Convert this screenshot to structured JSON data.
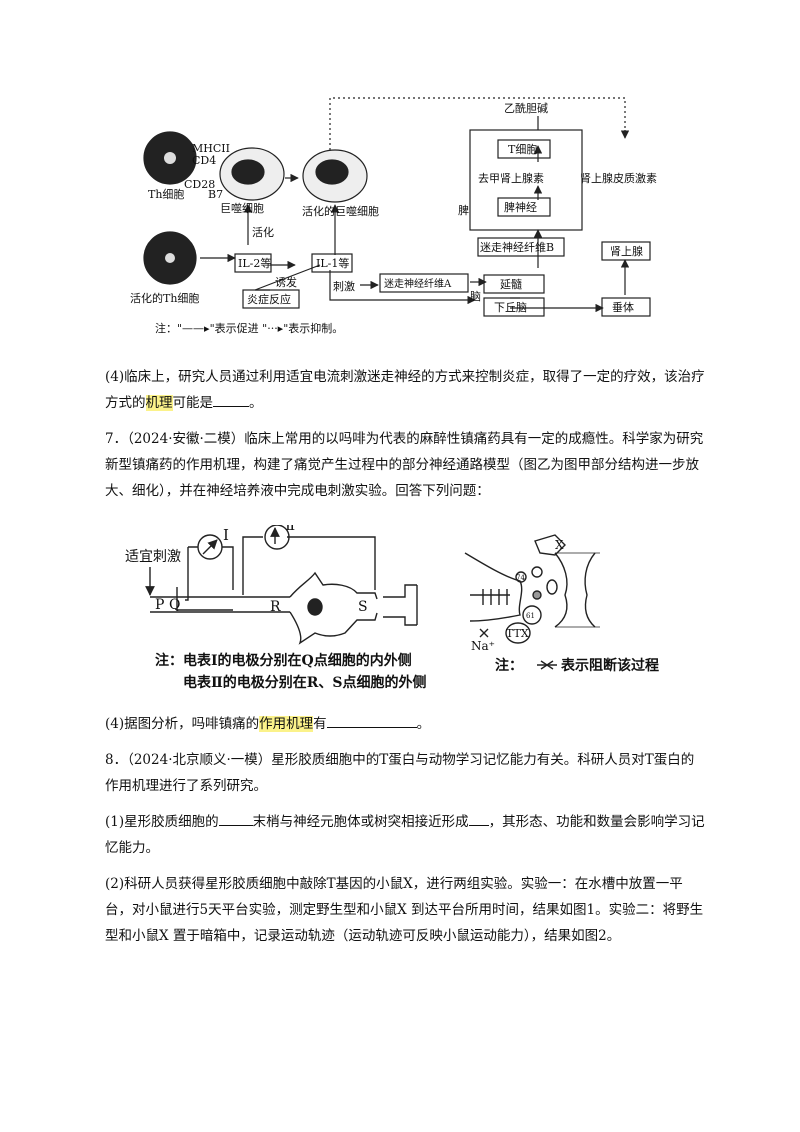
{
  "figure1": {
    "mhc": "MHCII",
    "cd4": "CD4",
    "cd28": "CD28",
    "b7": "B7",
    "th_cell": "Th细胞",
    "macrophage": "巨噬细胞",
    "activated_macrophage": "活化的巨噬细胞",
    "activated_th": "活化的Th细胞",
    "activate": "活化",
    "il2": "IL-2等",
    "il1": "IL-1等",
    "induce": "诱发",
    "inflammation": "炎症反应",
    "stimulate": "刺激",
    "vagus_a": "迷走神经纤维A",
    "brain": "脑",
    "medulla": "延髓",
    "hypothalamus": "下丘脑",
    "pituitary": "垂体",
    "adrenal": "肾上腺",
    "cortical_hormone": "肾上腺皮质激素",
    "vagus_b": "迷走神经纤维B",
    "spleen": "脾",
    "spleen_nerve": "脾神经",
    "norepinephrine": "去甲肾上腺素",
    "t_cell": "T细胞",
    "acetylcholine": "乙酰胆碱",
    "note": "注：\"——▸\"表示促进 \"···▸\"表示抑制。"
  },
  "q6": {
    "text": "(4)临床上，研究人员通过利用适宜电流刺激迷走神经的方式来控制炎症，取得了一定的疗效，该治疗方式的",
    "highlight": "机理",
    "tail": "可能是",
    "end": "。"
  },
  "q7": {
    "intro": "7．（2024·安徽·二模）临床上常用的以吗啡为代表的麻醉性镇痛药具有一定的成瘾性。科学家为研究新型镇痛药的作用机理，构建了痛觉产生过程中的部分神经通路模型（图乙为图甲部分结构进一步放大、细化），并在神经培养液中完成电刺激实验。回答下列问题：",
    "figure": {
      "stimulus": "适宜刺激",
      "meter1": "Ⅰ",
      "meter2": "Ⅱ",
      "p": "P",
      "q": "Q",
      "r": "R",
      "s": "S",
      "note1": "注：电表Ⅰ的电极分别在Q点细胞的内外侧",
      "note2": "电表Ⅱ的电极分别在R、S点细胞的外侧",
      "x_label": "X",
      "ttx": "TTX",
      "na": "Na⁺",
      "r74": "74",
      "r61": "61",
      "note3": "注：",
      "note3b": "表示阻断该过程"
    },
    "q4_pre": "(4)据图分析，吗啡镇痛的",
    "q4_hl": "作用机理",
    "q4_tail": "有",
    "q4_end": "。"
  },
  "q8": {
    "intro": "8．（2024·北京顺义·一模）星形胶质细胞中的T蛋白与动物学习记忆能力有关。科研人员对T蛋白的作用机理进行了系列研究。",
    "p1_a": "(1)星形胶质细胞的",
    "p1_b": "末梢与神经元胞体或树突相接近形成",
    "p1_c": "，其形态、功能和数量会影响学习记忆能力。",
    "p2": "(2)科研人员获得星形胶质细胞中敲除T基因的小鼠X，进行两组实验。实验一：在水槽中放置一平台，对小鼠进行5天平台实验，测定野生型和小鼠X 到达平台所用时间，结果如图1。实验二：将野生型和小鼠X 置于暗箱中，记录运动轨迹（运动轨迹可反映小鼠运动能力），结果如图2。"
  }
}
